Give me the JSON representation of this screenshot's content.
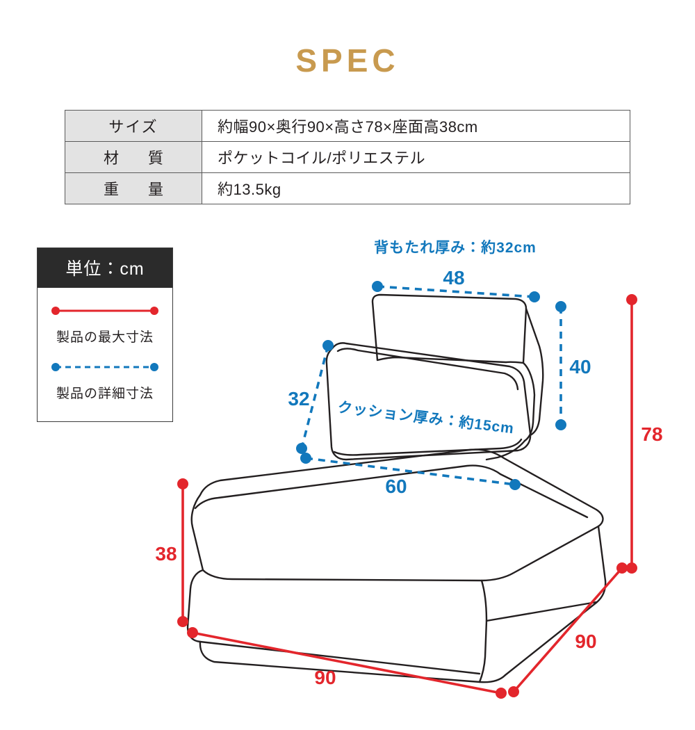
{
  "page": {
    "title": "SPEC",
    "title_color": "#c89a4f",
    "background": "#ffffff"
  },
  "spec_table": {
    "rows": [
      {
        "label": "サイズ",
        "value": "約幅90×奥行90×高さ78×座面高38cm"
      },
      {
        "label": "材　質",
        "value": "ポケットコイル/ポリエステル"
      },
      {
        "label": "重　量",
        "value": "約13.5kg"
      }
    ],
    "header_background": "#e3e3e3",
    "border_color": "#5a5a5a"
  },
  "legend": {
    "header": "単位：cm",
    "header_background": "#2b2b2b",
    "items": [
      {
        "label": "製品の最大寸法",
        "style": "solid",
        "color": "#e3262c"
      },
      {
        "label": "製品の詳細寸法",
        "style": "dashed",
        "color": "#1278bc"
      }
    ]
  },
  "diagram": {
    "colors": {
      "max_dimension": "#e3262c",
      "detail_dimension": "#1278bc",
      "outline": "#231f20"
    },
    "notes": [
      {
        "name": "backrest-thickness-note",
        "text": "背もたれ厚み：約32cm"
      },
      {
        "name": "cushion-thickness-note",
        "text": "クッション厚み：約15cm"
      }
    ],
    "detail_dimensions": [
      {
        "name": "backrest-width",
        "value": "48",
        "unit": "cm"
      },
      {
        "name": "backrest-height",
        "value": "40",
        "unit": "cm"
      },
      {
        "name": "cushion-depth",
        "value": "32",
        "unit": "cm"
      },
      {
        "name": "cushion-width",
        "value": "60",
        "unit": "cm"
      }
    ],
    "max_dimensions": [
      {
        "name": "seat-height",
        "value": "38",
        "unit": "cm"
      },
      {
        "name": "total-height",
        "value": "78",
        "unit": "cm"
      },
      {
        "name": "width",
        "value": "90",
        "unit": "cm"
      },
      {
        "name": "depth",
        "value": "90",
        "unit": "cm"
      }
    ]
  }
}
